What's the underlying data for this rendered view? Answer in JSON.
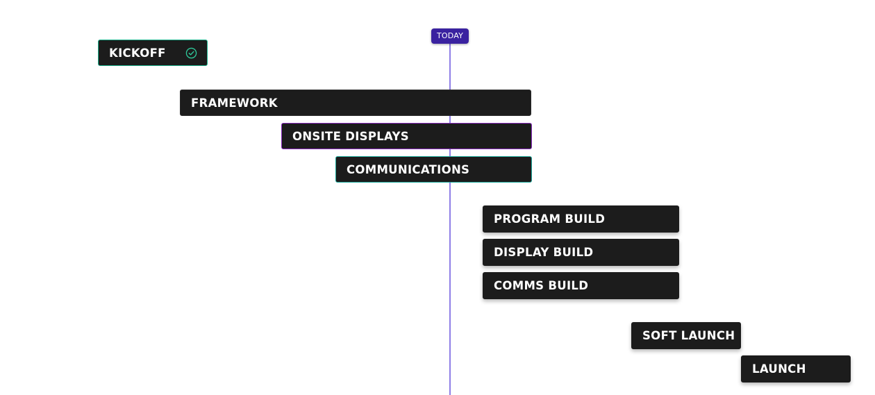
{
  "today": {
    "label": "TODAY",
    "color": "#3a22a0",
    "line_color": "#8f7ee6"
  },
  "tasks": [
    {
      "label": "KICKOFF",
      "status": "completed",
      "icon": "check-circle-icon",
      "border_color": "#19b08a"
    },
    {
      "label": "FRAMEWORK",
      "border_color": "#2b2b2b"
    },
    {
      "label": "ONSITE DISPLAYS",
      "border_color": "#8a2bc0"
    },
    {
      "label": "COMMUNICATIONS",
      "border_color": "#1aa89a"
    },
    {
      "label": "PROGRAM BUILD",
      "border_color": "#1c1c1c"
    },
    {
      "label": "DISPLAY BUILD",
      "border_color": "#1c1c1c"
    },
    {
      "label": "COMMS BUILD",
      "border_color": "#1c1c1c"
    },
    {
      "label": "SOFT LAUNCH",
      "border_color": "#1c1c1c"
    },
    {
      "label": "LAUNCH",
      "border_color": "#1c1c1c"
    }
  ],
  "colors": {
    "bar_fill": "#1c1c1c",
    "check": "#2ec99a"
  }
}
